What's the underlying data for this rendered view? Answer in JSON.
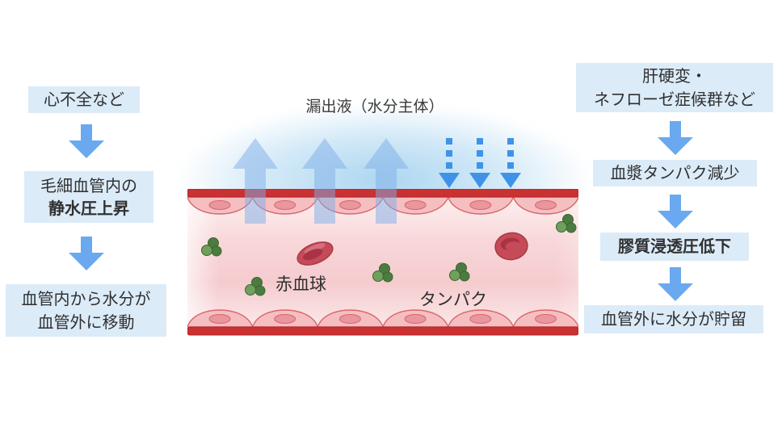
{
  "left_flow": {
    "step1": {
      "line1": "心不全など"
    },
    "step2": {
      "line1": "毛細血管内の",
      "line2": "静水圧上昇",
      "line2_bold": true
    },
    "step3": {
      "line1": "血管内から水分が",
      "line2": "血管外に移動"
    }
  },
  "right_flow": {
    "step1": {
      "line1": "肝硬変・",
      "line2": "ネフローゼ症候群など"
    },
    "step2": {
      "line1": "血漿タンパク減少"
    },
    "step3": {
      "line1": "膠質浸透圧低下",
      "line1_bold": true
    },
    "step4": {
      "line1": "血管外に水分が貯留"
    }
  },
  "vessel": {
    "leak_label": "漏出液（水分主体）",
    "rbc_label": "赤血球",
    "protein_label": "タンパク"
  },
  "colors": {
    "box_bg": "#dcebf8",
    "text": "#303030",
    "flow_arrow_blue": "#6aa9ef",
    "dashed_arrow_blue": "#3e93e9",
    "leak_arrow_blue_translucent": "rgba(125,174,232,0.5)",
    "glow_blue": "#cde5f4",
    "vessel_wall_red": "#c93132",
    "endothelial_cell_pink": "#f5bfc2",
    "endothelial_outline": "#d9666c",
    "nucleus_pink": "#e9969c",
    "lumen_pink": "#f8d6d8",
    "rbc_red": "#c64b58",
    "rbc_dimple_red": "#a93345",
    "protein_green_dark": "#4c7b40",
    "protein_green_light": "#6fa05c"
  }
}
